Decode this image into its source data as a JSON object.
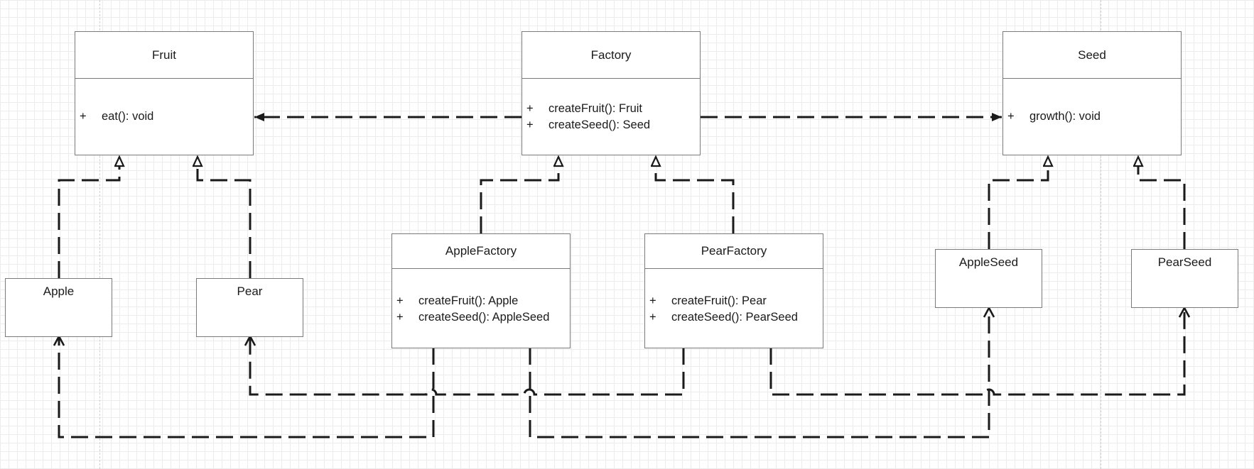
{
  "classes": {
    "fruit": {
      "name": "Fruit",
      "operations": [
        {
          "visibility": "+",
          "signature": "eat(): void"
        }
      ]
    },
    "factory": {
      "name": "Factory",
      "operations": [
        {
          "visibility": "+",
          "signature": "createFruit(): Fruit"
        },
        {
          "visibility": "+",
          "signature": "createSeed(): Seed"
        }
      ]
    },
    "seed": {
      "name": "Seed",
      "operations": [
        {
          "visibility": "+",
          "signature": "growth(): void"
        }
      ]
    },
    "apple": {
      "name": "Apple"
    },
    "pear": {
      "name": "Pear"
    },
    "apple_factory": {
      "name": "AppleFactory",
      "operations": [
        {
          "visibility": "+",
          "signature": "createFruit(): Apple"
        },
        {
          "visibility": "+",
          "signature": "createSeed(): AppleSeed"
        }
      ]
    },
    "pear_factory": {
      "name": "PearFactory",
      "operations": [
        {
          "visibility": "+",
          "signature": "createFruit(): Pear"
        },
        {
          "visibility": "+",
          "signature": "createSeed(): PearSeed"
        }
      ]
    },
    "apple_seed": {
      "name": "AppleSeed"
    },
    "pear_seed": {
      "name": "PearSeed"
    }
  },
  "relations": [
    {
      "from": "apple",
      "to": "fruit",
      "kind": "realization"
    },
    {
      "from": "pear",
      "to": "fruit",
      "kind": "realization"
    },
    {
      "from": "apple_factory",
      "to": "factory",
      "kind": "realization"
    },
    {
      "from": "pear_factory",
      "to": "factory",
      "kind": "realization"
    },
    {
      "from": "apple_seed",
      "to": "seed",
      "kind": "realization"
    },
    {
      "from": "pear_seed",
      "to": "seed",
      "kind": "realization"
    },
    {
      "from": "factory",
      "to": "fruit",
      "kind": "dependency"
    },
    {
      "from": "factory",
      "to": "seed",
      "kind": "dependency"
    },
    {
      "from": "apple_factory",
      "to": "apple",
      "kind": "dependency"
    },
    {
      "from": "apple_factory",
      "to": "apple_seed",
      "kind": "dependency"
    },
    {
      "from": "pear_factory",
      "to": "pear",
      "kind": "dependency"
    },
    {
      "from": "pear_factory",
      "to": "pear_seed",
      "kind": "dependency"
    }
  ],
  "colors": {
    "line": "#1a1a1a",
    "border": "#7a7a7a",
    "background": "#ffffff"
  }
}
